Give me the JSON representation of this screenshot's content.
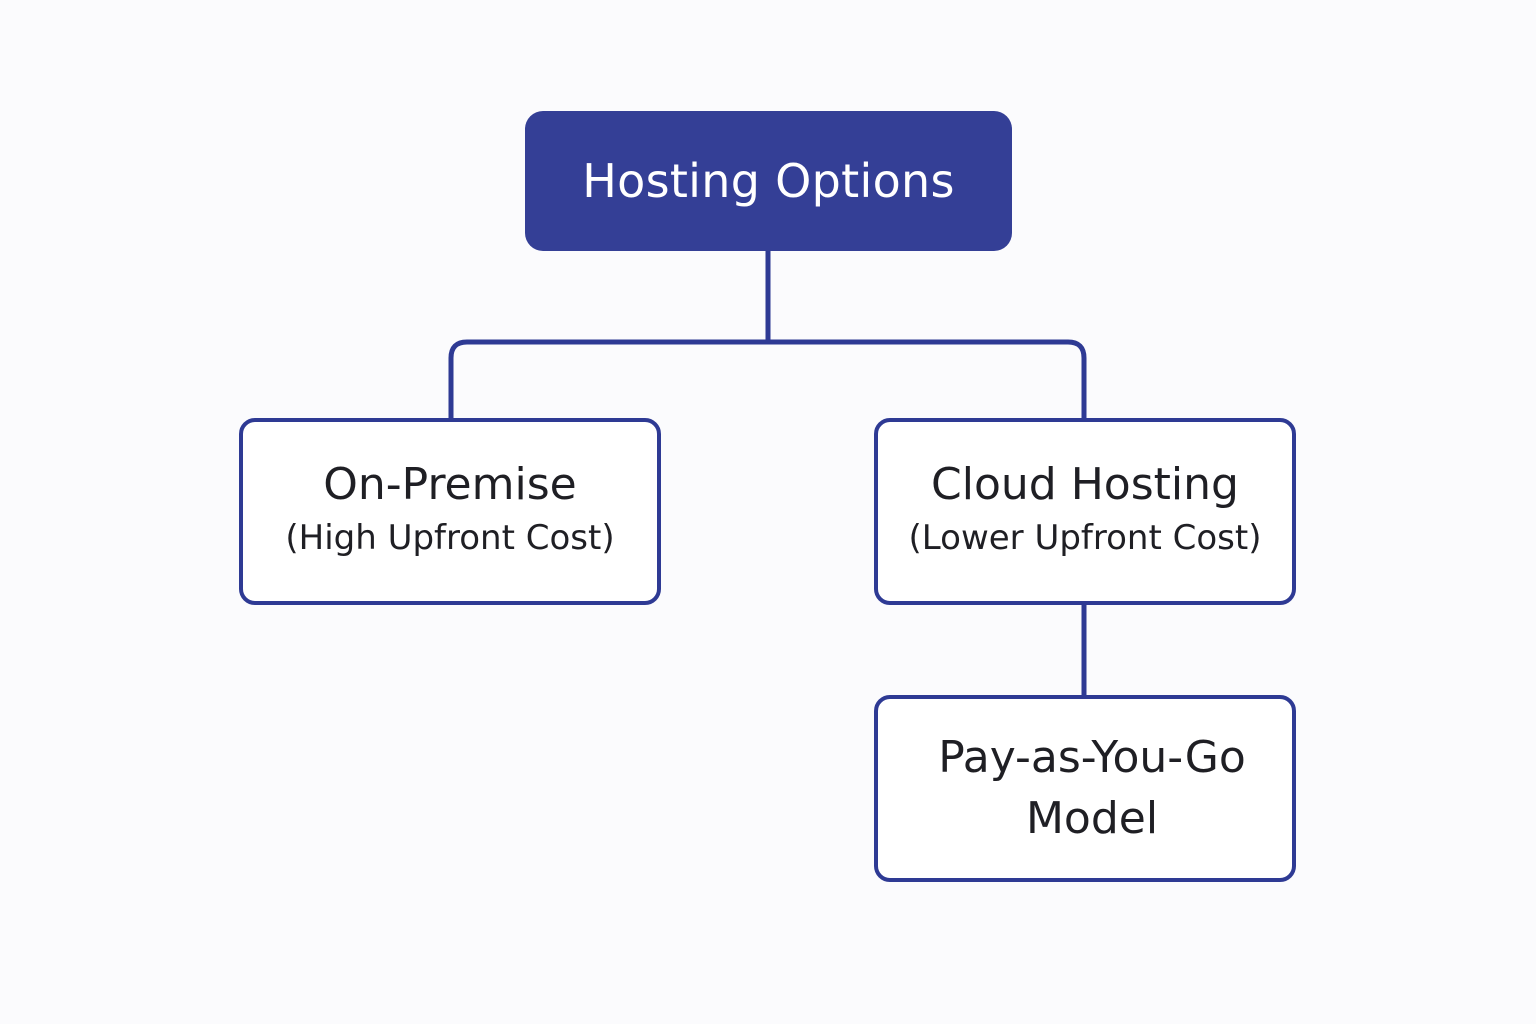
{
  "colors": {
    "primary": "#343f96",
    "border": "#2e3a94",
    "text_dark": "#1f1f24",
    "background": "#fbfbfd"
  },
  "root": {
    "label": "Hosting Options"
  },
  "on_premise": {
    "title": "On-Premise",
    "subtitle": "(High Upfront Cost)"
  },
  "cloud_hosting": {
    "title": "Cloud Hosting",
    "subtitle": "(Lower Upfront Cost)"
  },
  "pay_as_you_go": {
    "line1": "Pay-as-You-Go",
    "line2": "Model"
  }
}
